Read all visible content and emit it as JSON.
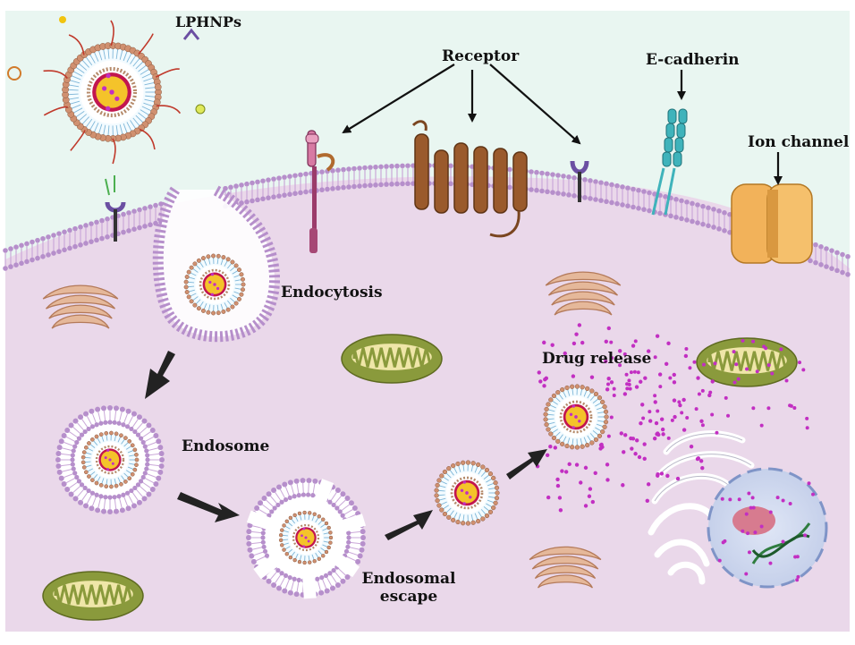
{
  "labels": {
    "lphnps": "LPHNPs",
    "receptor": "Receptor",
    "e_cadherin": "E-cadherin",
    "ion_channel": "Ion channel",
    "endocytosis": "Endocytosis",
    "endosome": "Endosome",
    "endosomal_escape_line1": "Endosomal",
    "endosomal_escape_line2": "escape",
    "drug_release": "Drug release"
  },
  "colors": {
    "extracellular": "#e9f6f1",
    "cytoplasm": "#ead8ea",
    "membrane_head": "#b68fcb",
    "membrane_tail": "#caa8d8",
    "golgi": "#e5b89a",
    "mitochondrion": "#8a9a3c",
    "nucleus": "#cfd8ee",
    "nucleolus": "#d77b8f",
    "drug_dots": "#c22fc2",
    "core": "#f4c32a",
    "core_rim": "#c2164f",
    "receptor_gpcr": "#9a5a2c",
    "e_cadherin": "#3fb3bb",
    "ion_channel": "#f2b25a",
    "dna": "#2f7d3f"
  },
  "icons": [
    "lphnp-icon",
    "gpcr-receptor-icon",
    "integrin-receptor-icon",
    "y-receptor-icon",
    "e-cadherin-icon",
    "ion-channel-icon",
    "golgi-icon",
    "mitochondrion-icon",
    "endosome-icon",
    "nucleus-icon",
    "dna-icon",
    "er-icon",
    "arrow-icon"
  ]
}
